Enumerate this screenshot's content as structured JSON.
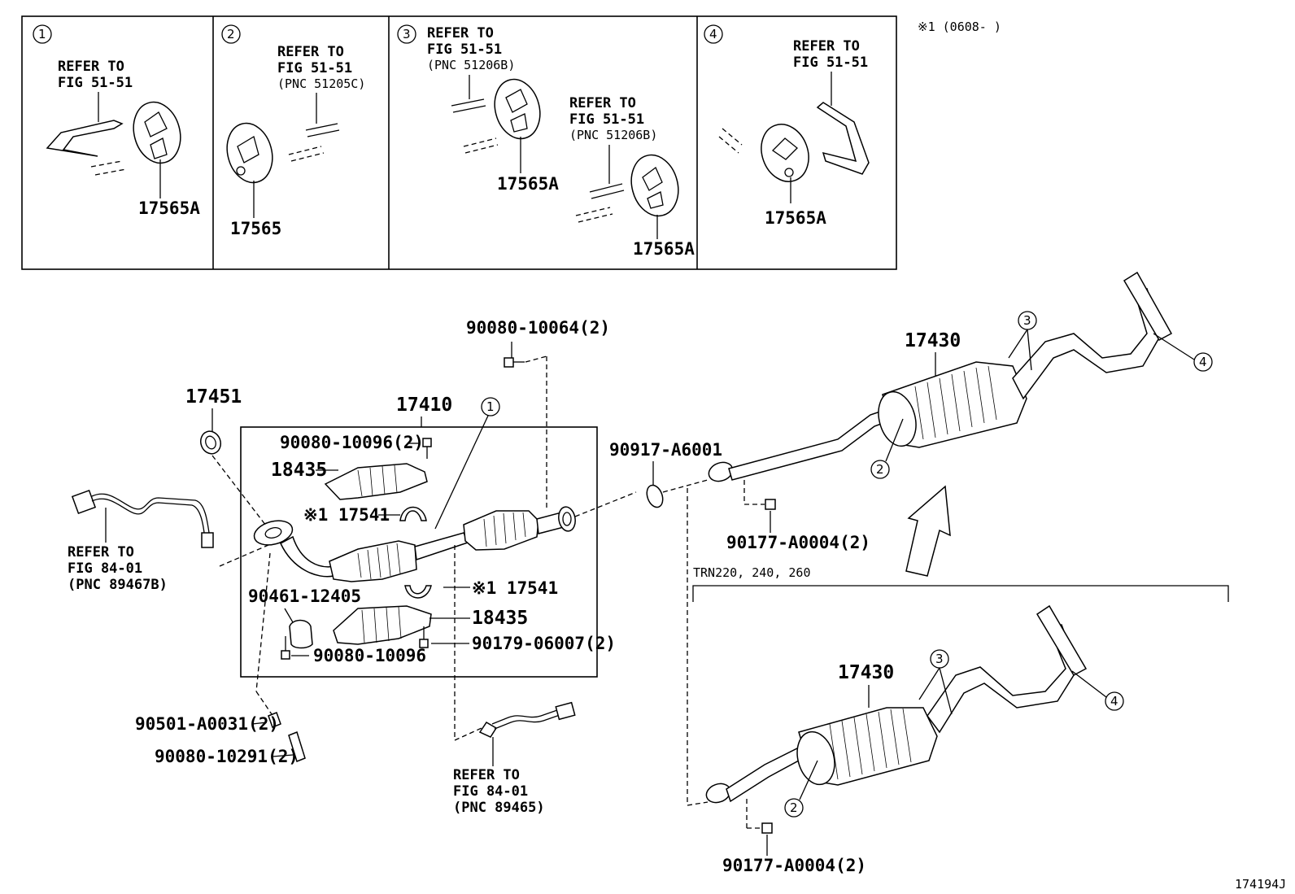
{
  "note": "※1 (0608-     )",
  "figure_id": "174194J",
  "insets": [
    {
      "num": "1",
      "refer": [
        "REFER TO",
        "FIG 51-51"
      ],
      "pnc": "",
      "parts": [
        "17565A"
      ]
    },
    {
      "num": "2",
      "refer": [
        "REFER TO",
        "FIG 51-51"
      ],
      "pnc": "(PNC 51205C)",
      "parts": [
        "17565"
      ]
    },
    {
      "num": "3",
      "refer": [
        "REFER TO",
        "FIG 51-51"
      ],
      "pnc": "(PNC 51206B)",
      "refer2": [
        "REFER TO",
        "FIG 51-51"
      ],
      "pnc2": "(PNC 51206B)",
      "parts": [
        "17565A",
        "17565A"
      ]
    },
    {
      "num": "4",
      "refer": [
        "REFER TO",
        "FIG 51-51"
      ],
      "pnc": "",
      "parts": [
        "17565A"
      ]
    }
  ],
  "labels": {
    "p17451": "17451",
    "p17410": "17410",
    "p90080_10096_2": "90080-10096(2)",
    "p18435_top": "18435",
    "p17541_top": "※1 17541",
    "p17541_bot": "※1 17541",
    "p18435_bot": "18435",
    "p90461": "90461-12405",
    "p90080_10096": "90080-10096",
    "p90179": "90179-06007(2)",
    "p90080_10064": "90080-10064(2)",
    "p90917": "90917-A6001",
    "p90501": "90501-A0031(2)",
    "p90080_10291": "90080-10291(2)",
    "p17430_top": "17430",
    "p90177_top": "90177-A0004(2)",
    "p17430_bot": "17430",
    "p90177_bot": "90177-A0004(2)",
    "model_note": "TRN220, 240, 260"
  },
  "refer_left": [
    "REFER TO",
    "FIG 84-01",
    "(PNC 89467B)"
  ],
  "refer_bottom": [
    "REFER TO",
    "FIG 84-01",
    "(PNC 89465)"
  ],
  "callouts": {
    "c1": "1",
    "c2": "2",
    "c3": "3",
    "c4": "4"
  }
}
